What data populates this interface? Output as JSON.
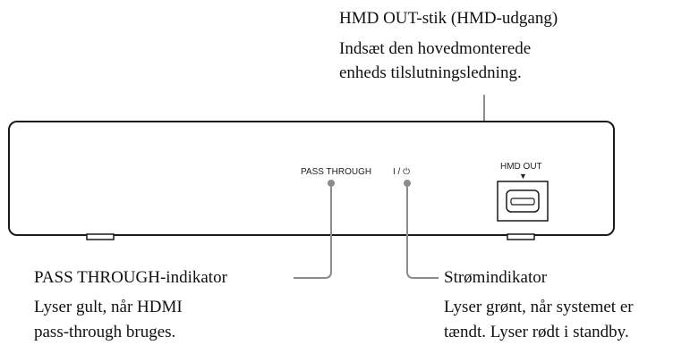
{
  "hmd_port": {
    "title": "HMD OUT-stik (HMD-udgang)",
    "desc_line1": "Indsæt den hovedmonterede",
    "desc_line2": "enheds tilslutningsledning."
  },
  "panel": {
    "pass_through_label": "PASS THROUGH",
    "power_symbol": "I / ⏻",
    "hmd_out_label": "HMD OUT",
    "arrow_glyph": "▼"
  },
  "pass_through_indicator": {
    "title": "PASS THROUGH-indikator",
    "desc_line1": "Lyser gult, når HDMI",
    "desc_line2": "pass-through bruges."
  },
  "power_indicator": {
    "title": "Strømindikator",
    "desc_line1": "Lyser grønt, når systemet er",
    "desc_line2": "tændt. Lyser rødt i standby."
  },
  "colors": {
    "outline": "#1a1a1a",
    "leader": "#8c8c8c",
    "led": "#8c8c8c"
  },
  "icons": [
    "power-icon",
    "hmd-port-icon",
    "down-arrow-icon",
    "indicator-led-icon"
  ]
}
